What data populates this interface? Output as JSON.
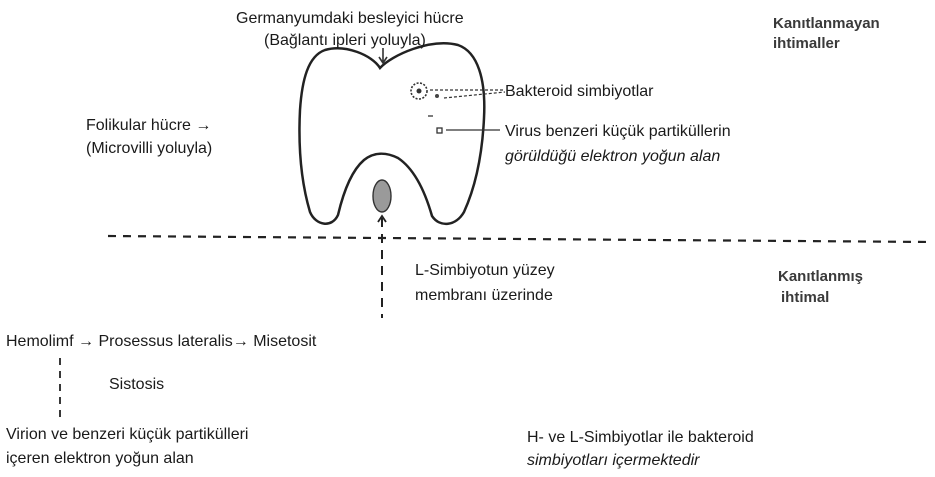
{
  "top_label": {
    "line1": "Germanyumdaki besleyici hücre",
    "line2": "(Bağlantı ipleri yoluyla)"
  },
  "follicle_label": {
    "line1": "Folikular   hücre  →",
    "line2": "(Microvilli yoluyla)"
  },
  "bacteroid_label": "Bakteroid simbiyotlar",
  "virus_area_label": {
    "line1": "Virus benzeri küçük partiküllerin",
    "line2": "görüldüğü elektron yoğun alan"
  },
  "unproven": {
    "line1": "Kanıtlanmayan",
    "line2": "ihtimaller"
  },
  "proven": {
    "line1": "Kanıtlanmış",
    "line2": "ihtimal"
  },
  "membrane_label": {
    "line1": "L-Simbiyotun yüzey",
    "line2": "membranı üzerinde"
  },
  "pathway": {
    "hemolimf": "Hemolimf",
    "prosessus": "Prosessus lateralis",
    "misetosit": "Misetosit",
    "arrow": "→"
  },
  "sistosis": "Sistosis",
  "virion_label": {
    "line1": "Virion ve benzeri küçük partikülleri",
    "line2": "içeren elektron yoğun alan"
  },
  "symbionts_label": {
    "line1": "H- ve L-Simbiyotlar ile bakteroid",
    "line2": "simbiyotları içermektedir"
  }
}
